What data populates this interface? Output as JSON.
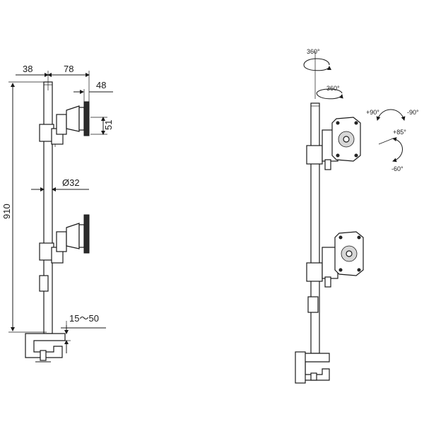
{
  "dimensions": {
    "d38": "38",
    "d78": "78",
    "d48": "48",
    "d51": "51",
    "d32": "Ø32",
    "d910": "910",
    "clamp": "15～50"
  },
  "angles": {
    "top_rotation": "360°",
    "pole_rotation": "360°",
    "plus90": "+90°",
    "minus90": "-90°",
    "plus85": "+85°",
    "minus60": "-60°"
  }
}
